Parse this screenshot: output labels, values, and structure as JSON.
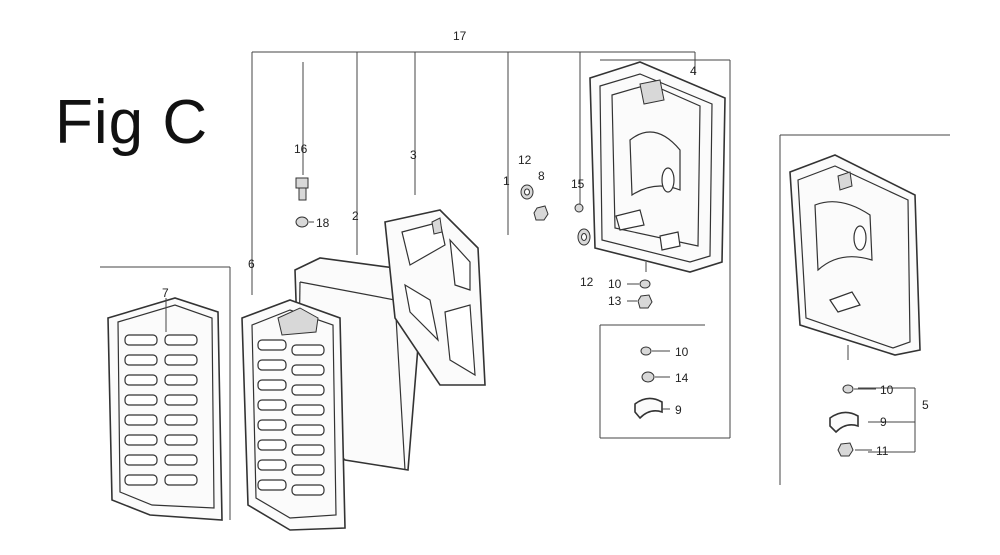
{
  "figure": {
    "title": "Fig C"
  },
  "callouts": {
    "c17": "17",
    "c16": "16",
    "c18": "18",
    "c3": "3",
    "c2": "2",
    "c6": "6",
    "c7": "7",
    "c1": "1",
    "c12a": "12",
    "c8": "8",
    "c15": "15",
    "c12b": "12",
    "c10a": "10",
    "c13": "13",
    "c4": "4",
    "c10b": "10",
    "c14": "14",
    "c9a": "9",
    "c10c": "10",
    "c9b": "9",
    "c11": "11",
    "c5": "5"
  }
}
